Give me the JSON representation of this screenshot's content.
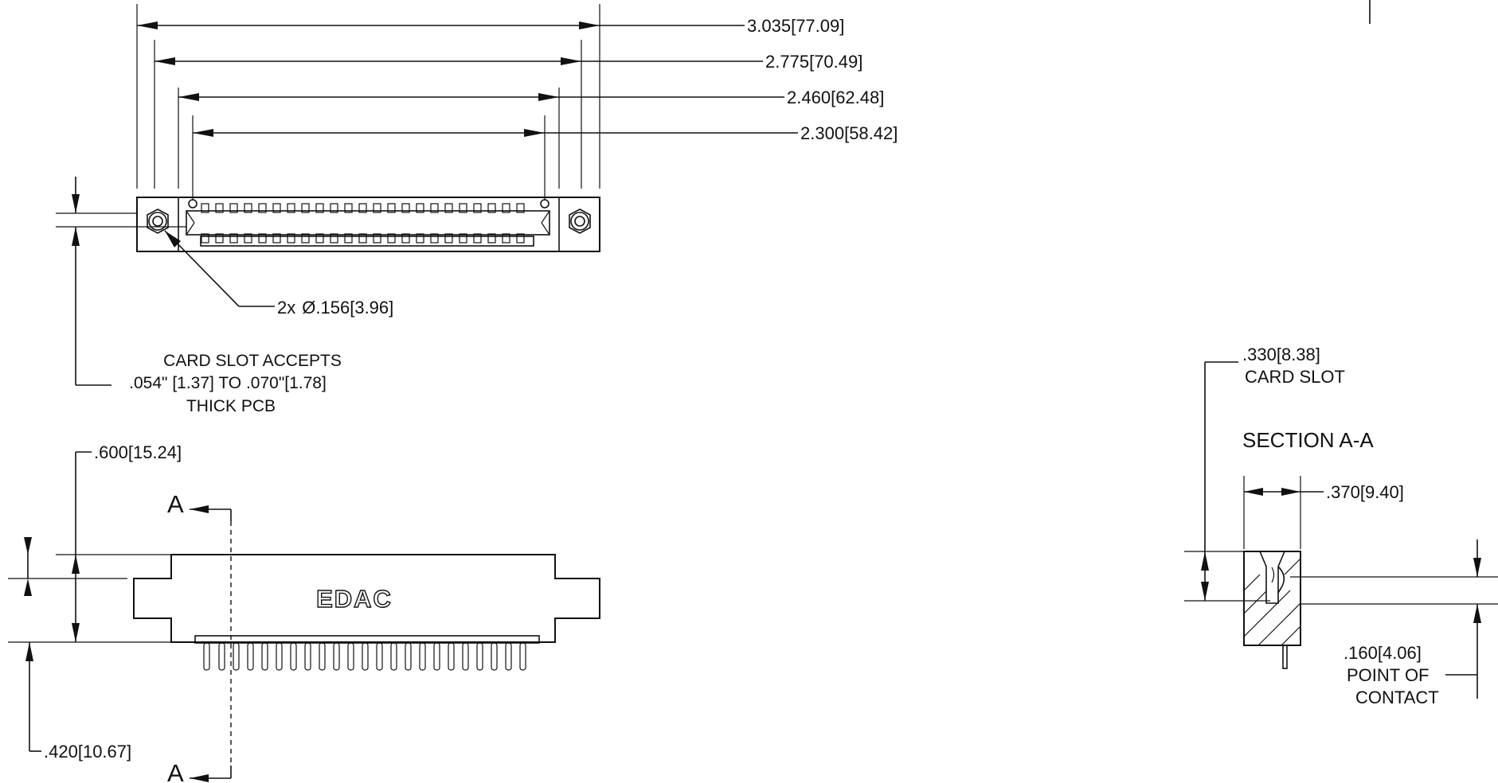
{
  "top_view": {
    "dim_3035": "3.035",
    "dim_3035_mm": "77.09",
    "dim_2775": "2.775",
    "dim_2775_mm": "70.49",
    "dim_2460": "2.460",
    "dim_2460_mm": "62.48",
    "dim_2300": "2.300",
    "dim_2300_mm": "58.42",
    "hole_callout_prefix": "2x",
    "diameter_symbol": "Ø",
    "hole_dim": ".156",
    "hole_dim_mm": "3.96",
    "card_slot_note": [
      "CARD SLOT ACCEPTS",
      ".054\" [1.37] TO .070\"[1.78]",
      "THICK PCB"
    ]
  },
  "front_view": {
    "dim_600": ".600",
    "dim_600_mm": "15.24",
    "dim_420": ".420",
    "dim_420_mm": "10.67",
    "section_letter_top": "A",
    "section_letter_bottom": "A",
    "logo_text": "EDAC"
  },
  "section_view": {
    "title": "SECTION A-A",
    "card_slot_dim": ".330",
    "card_slot_dim_mm": "8.38",
    "card_slot_label": "CARD SLOT",
    "width_dim": ".370",
    "width_dim_mm": "9.40",
    "contact_dim": ".160",
    "contact_dim_mm": "4.06",
    "contact_label": [
      "POINT OF",
      "CONTACT"
    ]
  }
}
